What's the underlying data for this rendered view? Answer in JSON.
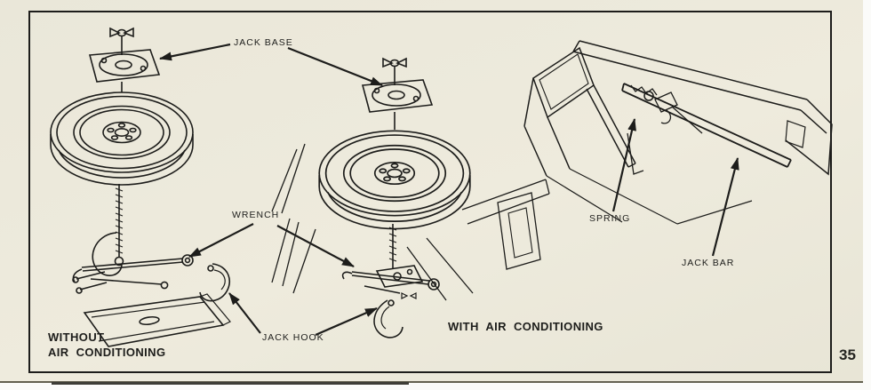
{
  "document": {
    "page_number": "35"
  },
  "colors": {
    "paper": "#ece9dd",
    "ink": "#1d1d1b"
  },
  "callouts": {
    "jack_base": "JACK BASE",
    "wrench": "WRENCH",
    "jack_hook": "JACK HOOK",
    "spring": "SPRING",
    "jack_bar": "JACK BAR"
  },
  "captions": {
    "without_ac_line1": "WITHOUT",
    "without_ac_line2": "AIR CONDITIONING",
    "with_ac": "WITH AIR CONDITIONING"
  }
}
